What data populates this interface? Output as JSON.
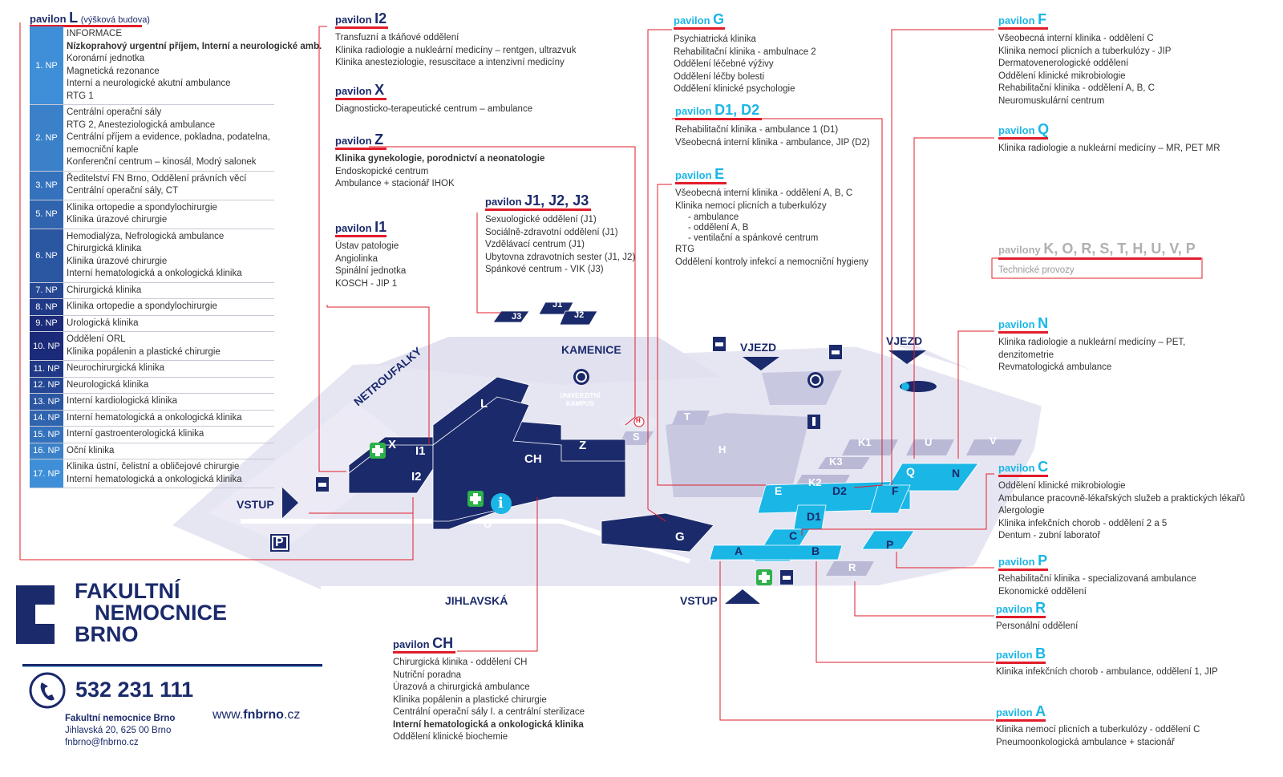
{
  "map": {
    "pavilion_L": {
      "prefix": "pavilon",
      "code": "L",
      "suffix": "(výšková budova)",
      "floors": [
        {
          "floor": "1. NP",
          "items": [
            "INFORMACE",
            "Nízkoprahový urgentní příjem, Interní a neurologické amb.",
            "Koronární jednotka",
            "Magnetická rezonance",
            "Interní a neurologické akutní ambulance",
            "RTG 1"
          ]
        },
        {
          "floor": "2. NP",
          "items": [
            "Centrální operační sály",
            "RTG 2, Anesteziologická ambulance",
            "Centrální příjem a evidence, pokladna, podatelna,",
            "nemocniční kaple",
            "Konferenční centrum – kinosál, Modrý salonek"
          ]
        },
        {
          "floor": "3. NP",
          "items": [
            "Ředitelství FN Brno, Oddělení právních věcí",
            "Centrální operační sály, CT"
          ]
        },
        {
          "floor": "5. NP",
          "items": [
            "Klinika ortopedie a spondylochirurgie",
            "Klinika úrazové chirurgie"
          ]
        },
        {
          "floor": "6. NP",
          "items": [
            "Hemodialýza, Nefrologická ambulance",
            "Chirurgická klinika",
            "Klinika úrazové chirurgie",
            "Interní hematologická a onkologická klinika"
          ]
        },
        {
          "floor": "7. NP",
          "items": [
            "Chirurgická klinika"
          ]
        },
        {
          "floor": "8. NP",
          "items": [
            "Klinika ortopedie a spondylochirurgie"
          ]
        },
        {
          "floor": "9. NP",
          "items": [
            "Urologická klinika"
          ]
        },
        {
          "floor": "10. NP",
          "items": [
            "Oddělení ORL",
            "Klinika popálenin a plastické chirurgie"
          ]
        },
        {
          "floor": "11. NP",
          "items": [
            "Neurochirurgická klinika"
          ]
        },
        {
          "floor": "12. NP",
          "items": [
            "Neurologická klinika"
          ]
        },
        {
          "floor": "13. NP",
          "items": [
            "Interní kardiologická klinika"
          ]
        },
        {
          "floor": "14. NP",
          "items": [
            "Interní hematologická a onkologická klinika"
          ]
        },
        {
          "floor": "15. NP",
          "items": [
            "Interní gastroenterologická klinika"
          ]
        },
        {
          "floor": "16. NP",
          "items": [
            "Oční klinika"
          ]
        },
        {
          "floor": "17. NP",
          "items": [
            "Klinika ústní, čelistní a obličejové chirurgie",
            "Interní hematologická a onkologická klinika"
          ]
        }
      ]
    },
    "pavilions": {
      "I2": {
        "prefix": "pavilon",
        "code": "I2",
        "lines": [
          "Transfuzní a tkáňové oddělení",
          "Klinika radiologie a nukleární medicíny – rentgen, ultrazvuk",
          "Klinika anesteziologie, resuscitace a intenzivní medicíny"
        ]
      },
      "X": {
        "prefix": "pavilon",
        "code": "X",
        "lines": [
          "Diagnosticko-terapeutické centrum – ambulance"
        ]
      },
      "Z": {
        "prefix": "pavilon",
        "code": "Z",
        "lines": [
          "Klinika gynekologie, porodnictví a neonatologie",
          "Endoskopické centrum",
          "Ambulance + stacionář IHOK"
        ]
      },
      "I1": {
        "prefix": "pavilon",
        "code": "I1",
        "lines": [
          "Ústav patologie",
          "Angiolinka",
          "Spinální jednotka",
          "KOSCH - JIP 1"
        ]
      },
      "J": {
        "prefix": "pavilon",
        "code": "J1, J2, J3",
        "lines": [
          "Sexuologické oddělení (J1)",
          "Sociálně-zdravotní oddělení (J1)",
          "Vzdělávací centrum (J1)",
          "Ubytovna zdravotních sester (J1, J2)",
          "Spánkové centrum - VIK (J3)"
        ]
      },
      "G": {
        "prefix": "pavilon",
        "code": "G",
        "lines": [
          "Psychiatrická klinika",
          "Rehabilitační klinika - ambulnace 2",
          "Oddělení léčebné výživy",
          "Oddělení léčby bolesti",
          "Oddělení klinické psychologie"
        ]
      },
      "D": {
        "prefix": "pavilon",
        "code": "D1, D2",
        "lines": [
          "Rehabilitační klinika - ambulance 1 (D1)",
          "Všeobecná interní klinika - ambulance, JIP (D2)"
        ]
      },
      "E": {
        "prefix": "pavilon",
        "code": "E",
        "lines": [
          "Všeobecná interní klinika - oddělení A, B, C",
          "Klinika nemocí plicních a tuberkulózy",
          "- ambulance",
          "- oddělení A, B",
          "- ventilační a spánkové centrum",
          "RTG",
          "Oddělení kontroly infekcí a nemocniční hygieny"
        ]
      },
      "F": {
        "prefix": "pavilon",
        "code": "F",
        "lines": [
          "Všeobecná interní klinika - oddělení C",
          "Klinika nemocí plicních a tuberkulózy - JIP",
          "Dermatovenerologické oddělení",
          "Oddělení klinické mikrobiologie",
          "Rehabilitační klinika - oddělení A, B, C",
          "Neuromuskulární centrum"
        ]
      },
      "Q": {
        "prefix": "pavilon",
        "code": "Q",
        "lines": [
          "Klinika radiologie a nukleární medicíny – MR, PET MR"
        ]
      },
      "tech": {
        "prefix": "pavilony",
        "code": "K, O, R, S, T, H, U, V, P",
        "lines": [
          "Technické provozy"
        ]
      },
      "N": {
        "prefix": "pavilon",
        "code": "N",
        "lines": [
          "Klinika radiologie a nukleární medicíny – PET,",
          "denzitometrie",
          "Revmatologická ambulance"
        ]
      },
      "C": {
        "prefix": "pavilon",
        "code": "C",
        "lines": [
          "Oddělení klinické mikrobiologie",
          "Ambulance pracovně-lékařských služeb a praktických lékařů",
          "Alergologie",
          "Klinika infekčních chorob - oddělení 2 a 5",
          "Dentum - zubní laboratoř"
        ]
      },
      "P": {
        "prefix": "pavilon",
        "code": "P",
        "lines": [
          "Rehabilitační klinika - specializovaná ambulance",
          "Ekonomické oddělení"
        ]
      },
      "R": {
        "prefix": "pavilon",
        "code": "R",
        "lines": [
          "Personální oddělení"
        ]
      },
      "B": {
        "prefix": "pavilon",
        "code": "B",
        "lines": [
          "Klinika infekčních chorob - ambulance, oddělení 1, JIP"
        ]
      },
      "A": {
        "prefix": "pavilon",
        "code": "A",
        "lines": [
          "Klinika nemocí plicních a tuberkulózy - oddělení C",
          "Pneumoonkologická ambulance + stacionář"
        ]
      },
      "CH": {
        "prefix": "pavilon",
        "code": "CH",
        "lines": [
          "Chirurgická klinika - oddělení CH",
          "Nutriční poradna",
          "Úrazová a chirurgická ambulance",
          "Klinika popálenin a plastické chirurgie",
          "Centrální operační sály I. a centrální sterilizace",
          "Interní hematologická a onkologická klinika",
          "Oddělení klinické biochemie"
        ]
      }
    },
    "streets": {
      "kamenice": "KAMENICE",
      "netroufalky": "NETROUFALKY",
      "jihlavska": "JIHLAVSKÁ"
    },
    "gates": {
      "vjezd_1": "VJEZD",
      "vjezd_2": "VJEZD",
      "vstup_1": "VSTUP",
      "vstup_2": "VSTUP"
    },
    "buildings": {
      "L": "L",
      "X": "X",
      "I1": "I1",
      "I2": "I2",
      "CH": "CH",
      "Z": "Z",
      "G": "G",
      "O": "O",
      "S": "S",
      "T": "T",
      "H": "H",
      "J1": "J1",
      "J2": "J2",
      "J3": "J3",
      "K1": "K1",
      "K2": "K2",
      "K3": "K3",
      "U": "U",
      "V": "V",
      "Q": "Q",
      "N": "N",
      "E": "E",
      "D1": "D1",
      "D2": "D2",
      "F": "F",
      "C": "C",
      "A": "A",
      "B": "B",
      "P": "P",
      "R": "R"
    },
    "campus": {
      "line1": "UNIVERZITNÍ",
      "line2": "KAMPUS"
    },
    "symbols": {
      "parking": "P",
      "info": "i",
      "hospital": "H"
    },
    "colors": {
      "navy": "#1b2a6b",
      "cyan": "#1ab6e6",
      "red": "#e11d2a",
      "mapbg": "#dcdcef"
    }
  },
  "brand": {
    "line1": "FAKULTNÍ",
    "line2": "NEMOCNICE",
    "line3": "BRNO",
    "phone": "532 231 111",
    "name": "Fakultní nemocnice Brno",
    "address": "Jihlavská 20, 625 00 Brno",
    "email": "fnbrno@fnbrno.cz",
    "web_prefix": "www.",
    "web_bold": "fnbrno",
    "web_suffix": ".cz"
  }
}
